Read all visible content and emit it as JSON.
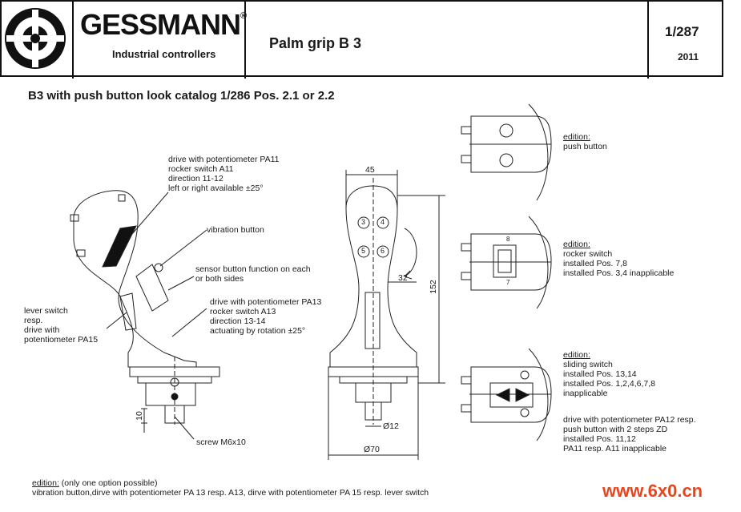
{
  "header": {
    "brand": "GESSMANN",
    "brand_reg": "®",
    "subtitle": "Industrial controllers",
    "title": "Palm grip B 3",
    "sheet": "1/287",
    "year": "2011"
  },
  "heading": "B3 with push button look catalog 1/286 Pos. 2.1 or 2.2",
  "labels": {
    "drive_pa11": "drive with potentiometer PA11\nrocker switch A11\ndirection 11-12\nleft or right available ±25°",
    "vibration": "vibration button",
    "sensor": "sensor button function on each\nor both sides",
    "drive_pa13": "drive with potentiometer PA13\nrocker switch A13\ndirection 13-14\nactuating by rotation ±25°",
    "lever": "lever switch\nresp.\ndrive with\npotentiometer PA15",
    "screw": "screw M6x10"
  },
  "dimensions": {
    "d45": "45",
    "d32": "32",
    "d152": "152",
    "d10": "10",
    "d12": "Ø12",
    "d70": "Ø70"
  },
  "button_numbers": [
    "3",
    "4",
    "5",
    "6"
  ],
  "editions": {
    "e1_title": "edition:",
    "e1_body": "push button",
    "e2_title": "edition:",
    "e2_body": "rocker switch\ninstalled Pos. 7,8\ninstalled Pos. 3,4 inapplicable",
    "e3_title": "edition:",
    "e3_body": "sliding switch\ninstalled Pos. 13,14\ninstalled Pos. 1,2,4,6,7,8\ninapplicable",
    "e4_body": "drive with potentiometer PA12 resp.\npush button with 2 steps ZD\ninstalled Pos. 11,12\nPA11 resp. A11 inapplicable"
  },
  "rocker_marks": [
    "8",
    "7"
  ],
  "footer": {
    "title": "edition:",
    "note": " (only one option possible)",
    "line2": "vibration button,dirve with potentiometer PA 13  resp. A13, dirve with potentiometer PA 15 resp. lever switch"
  },
  "watermark": "www.6x0.cn"
}
